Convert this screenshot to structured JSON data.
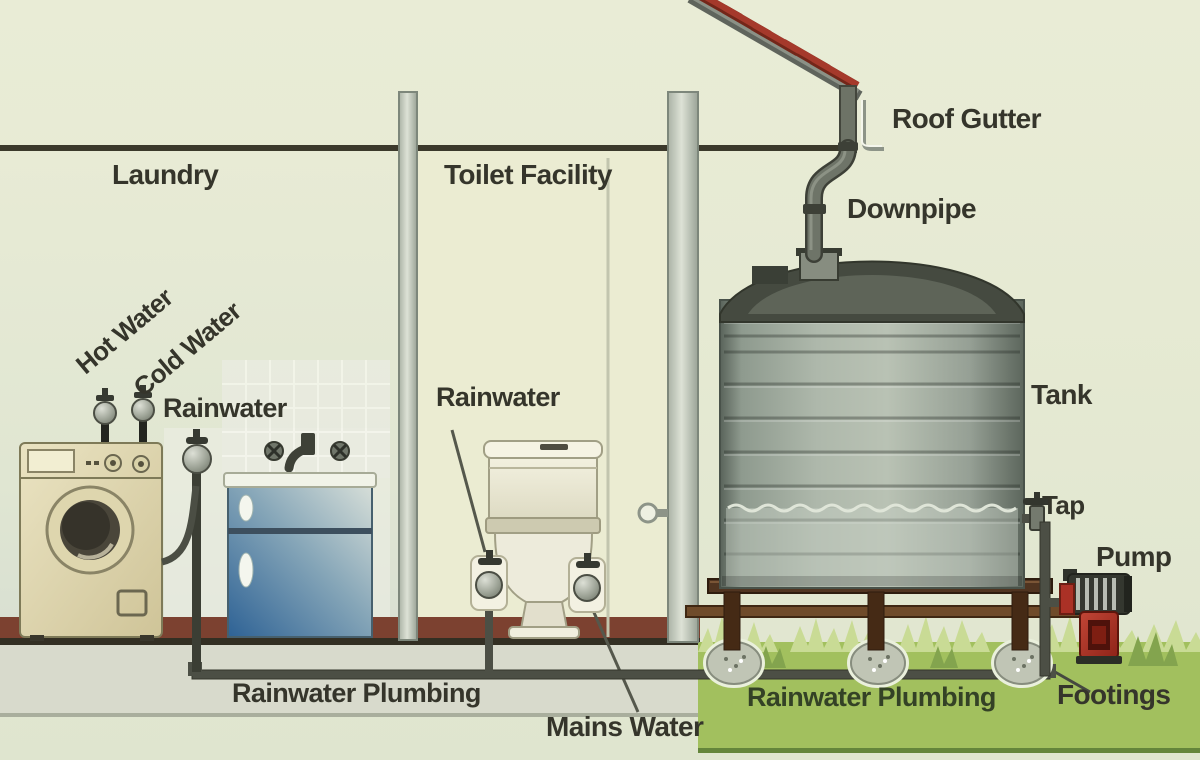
{
  "title": "Rainwater tank plumbing diagram",
  "labels": {
    "laundry": "Laundry",
    "toilet_facility": "Toilet Facility",
    "hot_water": "Hot Water",
    "cold_water": "Cold Water",
    "rainwater_laundry": "Rainwater",
    "rainwater_toilet": "Rainwater",
    "roof_gutter": "Roof Gutter",
    "downpipe": "Downpipe",
    "tank": "Tank",
    "tap": "Tap",
    "pump": "Pump",
    "footings": "Footings",
    "rainwater_plumbing_left": "Rainwater Plumbing",
    "rainwater_plumbing_right": "Rainwater Plumbing",
    "mains_water": "Mains Water"
  },
  "colors": {
    "background": "#e8ebd4",
    "ceiling_line": "#3b392b",
    "floor_brown": "#7c4130",
    "underfloor_grey": "#d8dacc",
    "grass_green": "#a2c05e",
    "grass_light": "#c9db95",
    "grass_edge": "#64853b",
    "roof_tile_red": "#a5392b",
    "pipe_grey": "#4c4f45",
    "tank_grey": "#a2ab9c",
    "tank_dome": "#454a40",
    "stand_brown": "#503420",
    "pump_red": "#b03227",
    "machine_cream": "#e0d9b4",
    "cabinet_blue": "#2e6295",
    "toilet_white": "#f2f0df",
    "label_dark": "#35352b",
    "label_green": "#344226"
  }
}
